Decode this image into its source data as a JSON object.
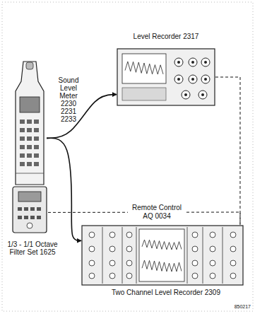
{
  "diagram": {
    "nodes": [
      {
        "text": [
          "Sound Level Meter 2230 2231 2233"
        ]
      },
      {
        "text": [
          "1/3 - 1/1 Octave Filter Set 1625"
        ]
      },
      {
        "text": [
          "Level Recorder 2317"
        ]
      },
      {
        "text": [
          "Two Channel Level Recorder 2309"
        ]
      }
    ],
    "edges": [
      {
        "from": 0,
        "to": 2,
        "arrow": "to"
      },
      {
        "from": 0,
        "to": 3,
        "arrow": "to"
      },
      {
        "from": 1,
        "to": 3,
        "label": "Remote Control AQ 0034",
        "arrow": "none"
      },
      {
        "from": 2,
        "to": 3,
        "arrow": "none"
      }
    ],
    "labels": [
      "850217"
    ]
  }
}
